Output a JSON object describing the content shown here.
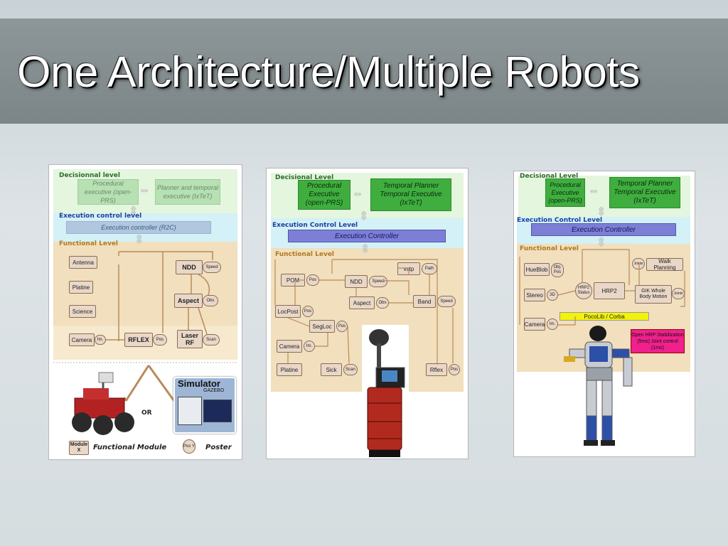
{
  "slide": {
    "title": "One Architecture/Multiple Robots"
  },
  "panel1": {
    "decisional_label": "Decisionnal level",
    "procedural_executive": "Procedural executive (open-PRS)",
    "planner": "Planner and temporal executive (IxTeT)",
    "execution_label": "Execution control level",
    "execution_controller": "Execution controller (R2C)",
    "functional_label": "Functional Level",
    "modules": [
      "Antenna",
      "Platine",
      "Science",
      "Camera",
      "NDD",
      "Aspect",
      "RFLEX",
      "Laser RF"
    ],
    "posters": [
      "Speed",
      "Obs",
      "Im.",
      "Pos",
      "Scan"
    ],
    "or_text": "OR",
    "simulator_title": "Simulator",
    "simulator_sub": "GAZEBO",
    "legend_module_box": "Module X",
    "legend_module_text": "Functional Module",
    "legend_poster_box": "Pos Y",
    "legend_poster_text": "Poster"
  },
  "panel2": {
    "decisional_label": "Decisional Level",
    "procedural_executive": "Procedural Executive (open-PRS)",
    "planner": "Temporal Planner Temporal Executive (IxTeT)",
    "execution_label": "Execution Control Level",
    "execution_controller": "Execution Controller",
    "functional_label": "Functional Level",
    "modules": [
      "vstp",
      "POM",
      "NDD",
      "Aspect",
      "Band",
      "LocPost",
      "SegLoc",
      "Camera",
      "Platine",
      "Sick",
      "Rflex"
    ],
    "posters": [
      "Path",
      "Pos",
      "Speed",
      "Obs",
      "Speed",
      "Pos",
      "Pos",
      "Im.",
      "Scan",
      "Pos"
    ]
  },
  "panel3": {
    "decisional_label": "Decisional Level",
    "procedural_executive": "Procedural Executive (open-PRS)",
    "planner": "Temporal Planner Temporal Executive (IxTeT)",
    "execution_label": "Execution Control Level",
    "execution_controller": "Execution Controller",
    "functional_label": "Functional Level",
    "modules": [
      "HueBlob",
      "Stereo",
      "Camera",
      "HRP2",
      "Walk Planning",
      "GIK Whole Body Motion"
    ],
    "posters": [
      "Obj. Pos",
      "3D",
      "Im.",
      "HRP2 Status",
      "Joints",
      "Joints"
    ],
    "pocolib": "PocoLib / Corba",
    "open_hrp": "Open HRP Stabilization (5ms) Joint control (1ms)"
  },
  "colors": {
    "decisional_bg": "#e4f6dd",
    "execution_bg": "#d3f1f6",
    "functional_bg": "#f5e6c8",
    "green_box": "#3fae3f",
    "blue_box": "#7d7fd6",
    "module": "#e9d7c7",
    "arrow": "#b98a5a",
    "pocolib": "#f2f20a",
    "open_hrp": "#f0208c"
  }
}
